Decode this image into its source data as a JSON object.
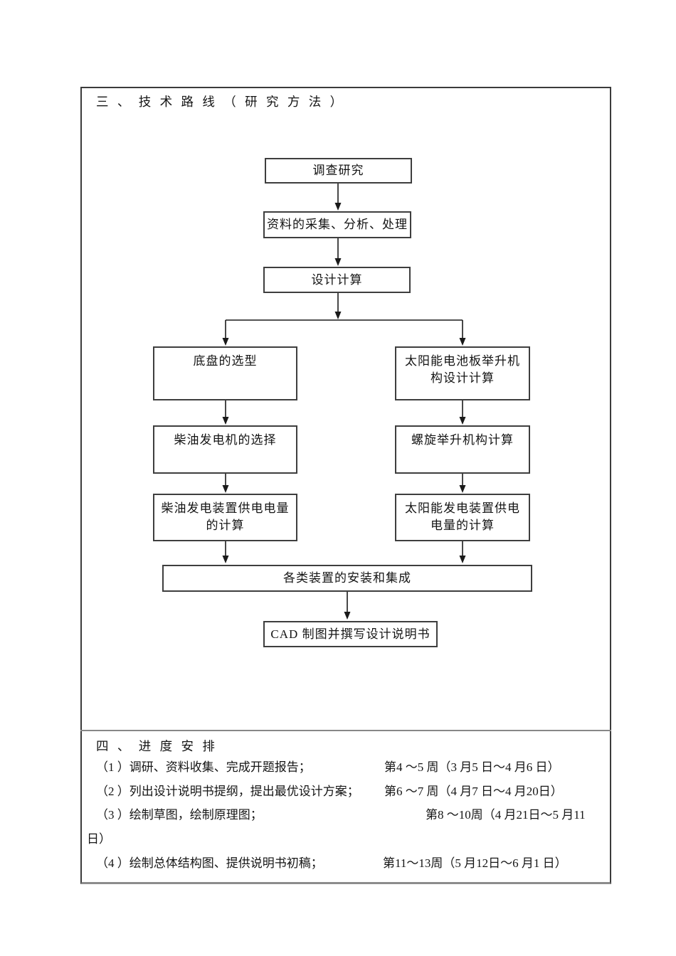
{
  "colors": {
    "ink": "#161616",
    "box_border": "#3e3e3e",
    "outer_border": "#3b3b3b",
    "divider": "#878787"
  },
  "page": {
    "section3": {
      "heading": "三 、 技 术 路 线 （ 研 究 方 法 ）"
    },
    "flowchart": {
      "nodes": [
        {
          "id": "survey",
          "lines": [
            "调查研究"
          ]
        },
        {
          "id": "collect",
          "lines": [
            "资料的采集、分析、处理"
          ]
        },
        {
          "id": "design-calc",
          "lines": [
            "设计计算"
          ]
        },
        {
          "id": "chassis",
          "lines": [
            "底盘的选型"
          ]
        },
        {
          "id": "solar-lift",
          "lines": [
            "太阳能电池板举升机",
            "构设计计算"
          ]
        },
        {
          "id": "diesel-select",
          "lines": [
            "柴油发电机的选择"
          ]
        },
        {
          "id": "screw-lift",
          "lines": [
            "螺旋举升机构计算"
          ]
        },
        {
          "id": "diesel-power",
          "lines": [
            "柴油发电装置供电电量",
            "的计算"
          ]
        },
        {
          "id": "solar-power",
          "lines": [
            "太阳能发电装置供电",
            "电量的计算"
          ]
        },
        {
          "id": "integration",
          "lines": [
            "各类装置的安装和集成"
          ]
        },
        {
          "id": "cad",
          "lines": [
            "CAD 制图并撰写设计说明书"
          ]
        }
      ]
    },
    "section4": {
      "heading": "四 、 进 度 安 排",
      "items": [
        {
          "task": "（1 ）调研、资料收集、完成开题报告；",
          "schedule": "第4 ～5 周（3 月5 日～4 月6 日）"
        },
        {
          "task": "（2 ）列出设计说明书提纲，提出最优设计方案；",
          "schedule": "第6 ～7 周（4 月7 日～4 月20日）"
        },
        {
          "task": "（3 ）绘制草图，绘制原理图；",
          "schedule": "第8 ～10周（4 月21日～5 月11",
          "schedule_cont": "日）"
        },
        {
          "task": "（4 ）绘制总体结构图、提供说明书初稿；",
          "schedule": "第11～13周（5 月12日～6 月1 日）"
        }
      ]
    }
  }
}
